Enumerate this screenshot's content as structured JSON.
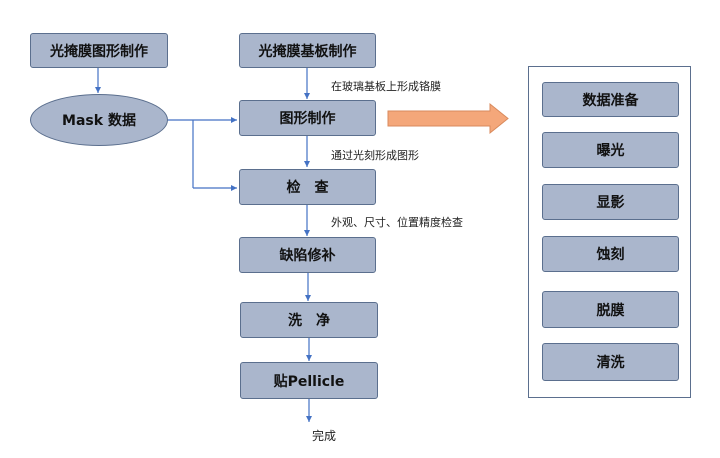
{
  "colors": {
    "box_fill": "#aab6cc",
    "box_border": "#5b6f8e",
    "line": "#4472c4",
    "big_arrow": "#f4a77a"
  },
  "left_flow": {
    "mask_production": "光掩膜图形制作",
    "mask_data": "Mask 数据"
  },
  "main_flow": {
    "substrate": "光掩膜基板制作",
    "pattern": "图形制作",
    "inspection": "检　查",
    "repair": "缺陷修补",
    "cleaning": "洗　净",
    "pellicle": "贴Pellicle",
    "done": "完成"
  },
  "notes": {
    "chrome_film": "在玻璃基板上形成铬膜",
    "lithography": "通过光刻形成图形",
    "inspection_items": "外观、尺寸、位置精度检查"
  },
  "detail_flow": {
    "steps": [
      "数据准备",
      "曝光",
      "显影",
      "蚀刻",
      "脱膜",
      "清洗"
    ]
  }
}
